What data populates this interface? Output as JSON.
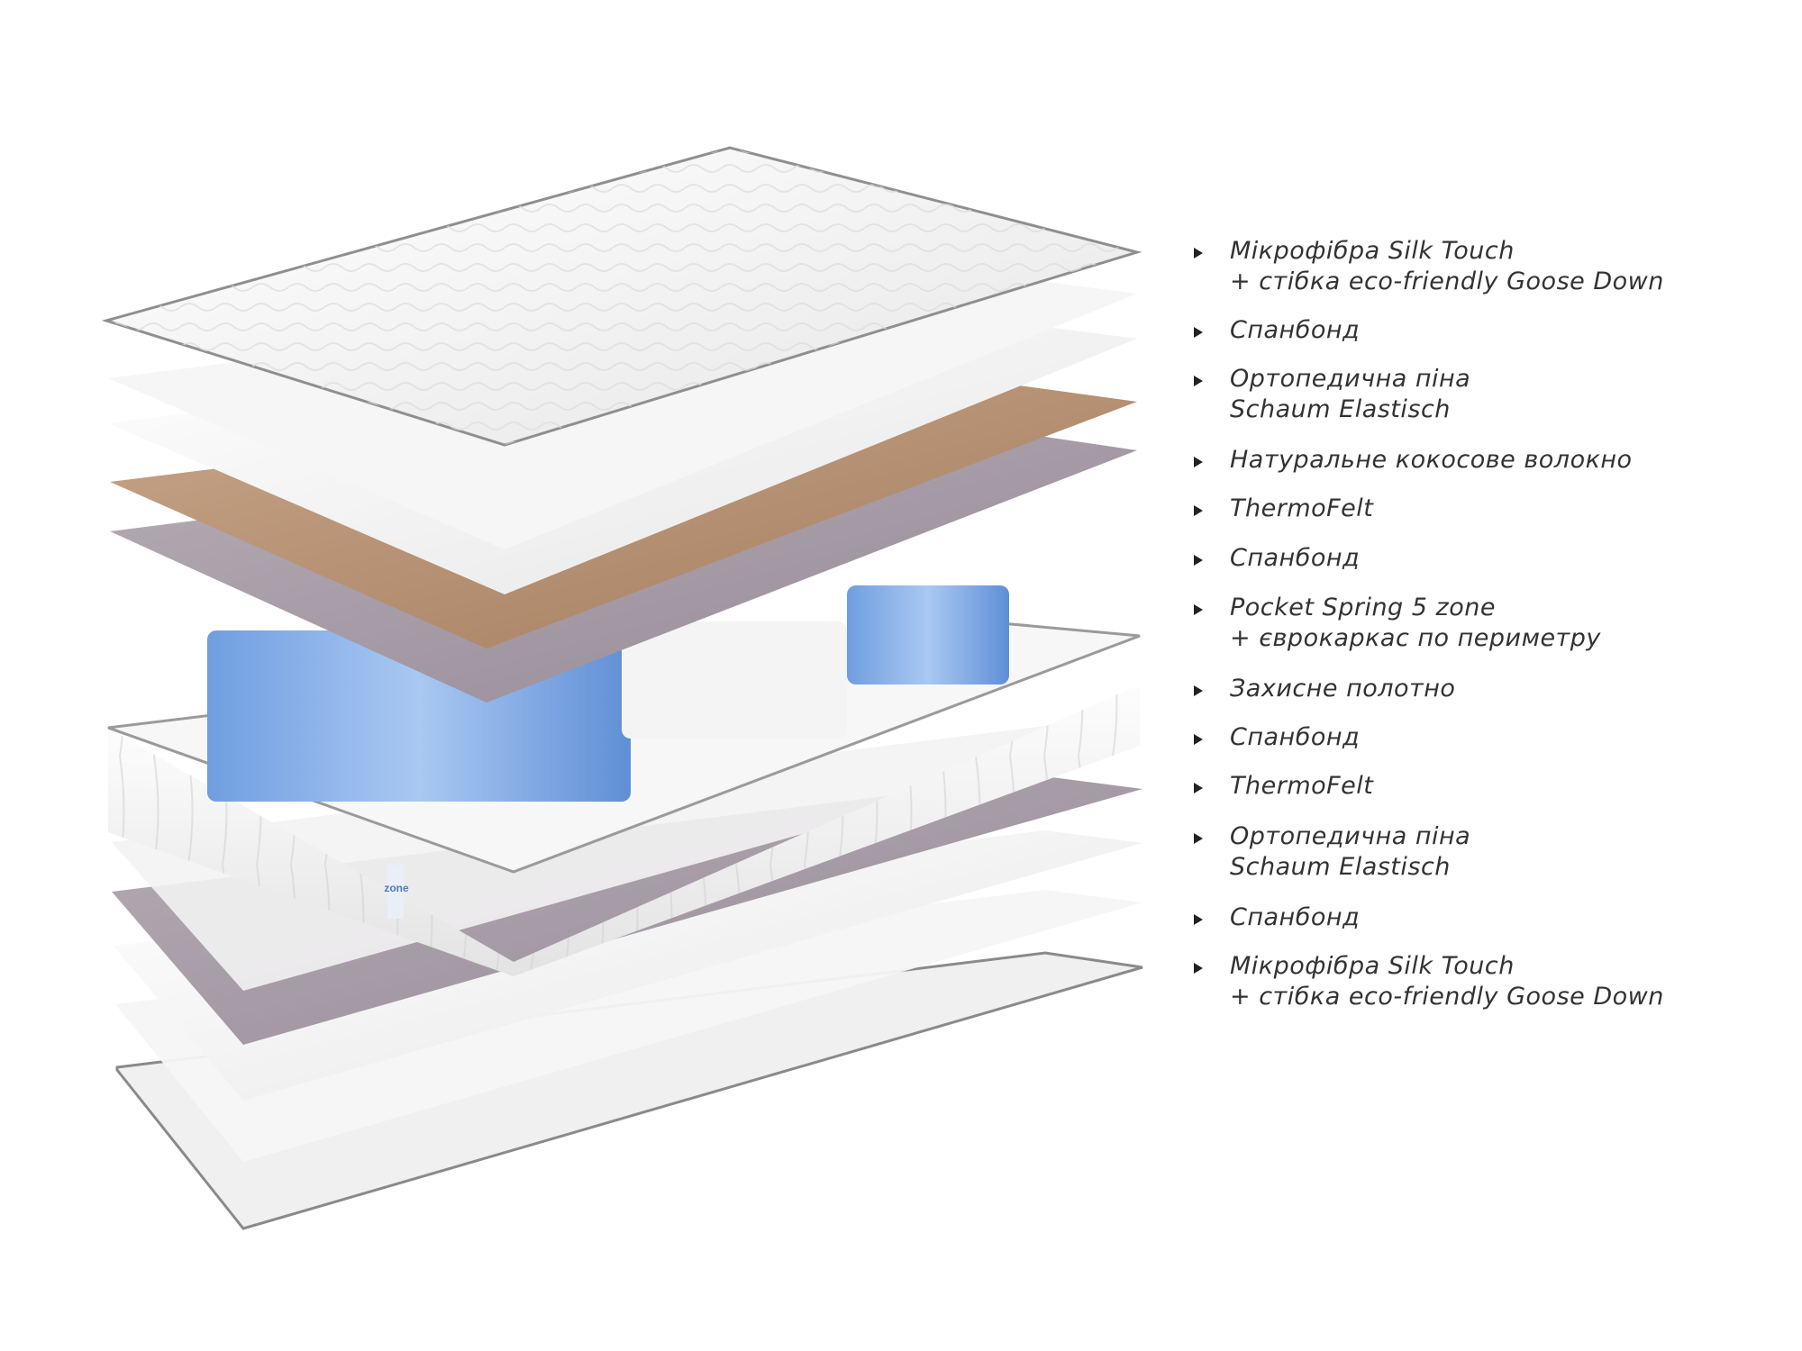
{
  "legend": [
    {
      "line1": "Мікрофібра Silk Touch",
      "line2": "+ стібка eco-friendly Goose Down"
    },
    {
      "line1": "Спанбонд",
      "line2": ""
    },
    {
      "line1": "Ортопедична піна",
      "line2": "Schaum Elastisch"
    },
    {
      "line1": "Натуральне кокосове волокно",
      "line2": ""
    },
    {
      "line1": "ThermoFelt",
      "line2": ""
    },
    {
      "line1": "Спанбонд",
      "line2": ""
    },
    {
      "line1": "Pocket Spring 5 zone",
      "line2": "+ єврокаркас по периметру"
    },
    {
      "line1": "Захисне полотно",
      "line2": ""
    },
    {
      "line1": "Спанбонд",
      "line2": ""
    },
    {
      "line1": "ThermoFelt",
      "line2": ""
    },
    {
      "line1": "Ортопедична піна",
      "line2": "Schaum Elastisch"
    },
    {
      "line1": "Спанбонд",
      "line2": ""
    },
    {
      "line1": "Мікрофібра Silk Touch",
      "line2": "+ стібка eco-friendly Goose Down"
    }
  ],
  "label_brand": "zone",
  "colors": {
    "text": "#333333",
    "bullet": "#222222",
    "spring_blue": "#8fb6ea",
    "spring_white": "#f4f4f4",
    "coconut": "#b89272",
    "thermofelt": "#a69ba6",
    "cover_white": "#f7f7f7",
    "piping": "#9a9a9a"
  },
  "icons": [
    "bullet-triangle-icon"
  ]
}
